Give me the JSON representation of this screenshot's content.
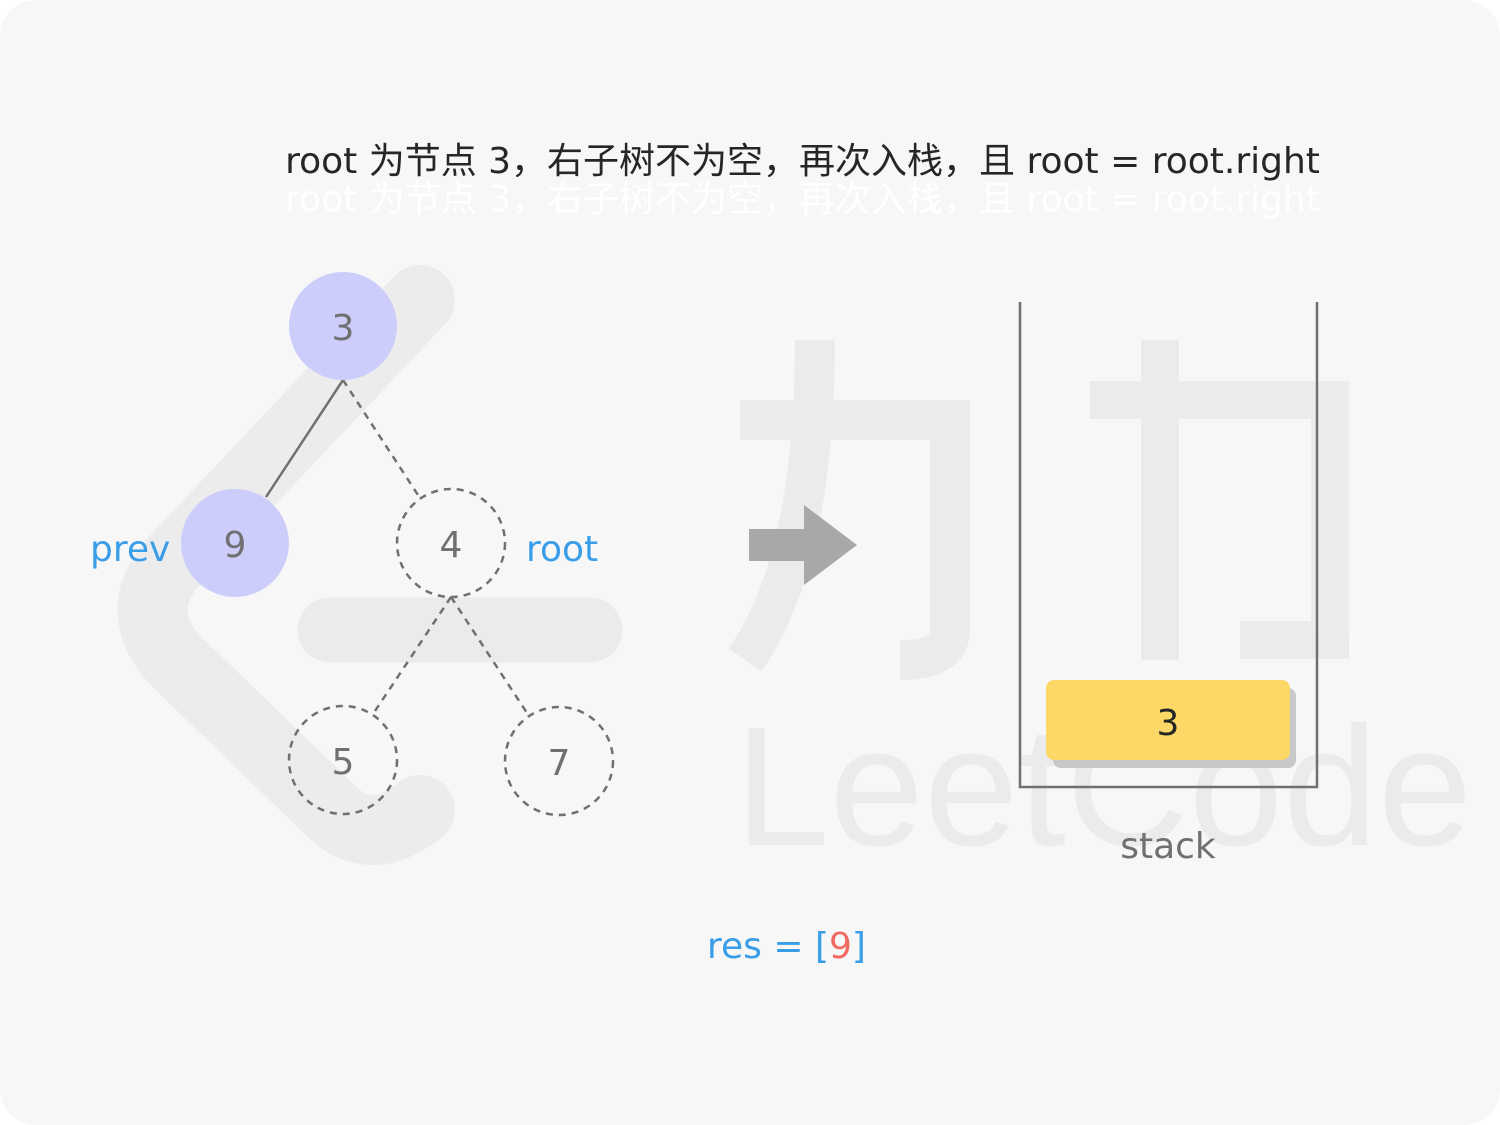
{
  "caption": "root 为节点 3，右子树不为空，再次入栈，且 root = root.right",
  "tree": {
    "nodes": [
      {
        "id": "n3",
        "value": "3",
        "state": "visited"
      },
      {
        "id": "n9",
        "value": "9",
        "state": "visited"
      },
      {
        "id": "n4",
        "value": "4",
        "state": "unvisited"
      },
      {
        "id": "n5",
        "value": "5",
        "state": "unvisited"
      },
      {
        "id": "n7",
        "value": "7",
        "state": "unvisited"
      }
    ],
    "edges": [
      {
        "from": "n3",
        "to": "n9",
        "style": "solid"
      },
      {
        "from": "n3",
        "to": "n4",
        "style": "dashed"
      },
      {
        "from": "n4",
        "to": "n5",
        "style": "dashed"
      },
      {
        "from": "n4",
        "to": "n7",
        "style": "dashed"
      }
    ],
    "pointers": {
      "prev": "prev",
      "root": "root"
    }
  },
  "stack": {
    "label": "stack",
    "items": [
      "3"
    ]
  },
  "result": {
    "prefix": "res = [",
    "values": "9",
    "suffix": "]"
  },
  "watermark": {
    "brand_text": "LeetCode",
    "brand_cn": "力扣"
  },
  "colors": {
    "background": "#f7f7f7",
    "visited_node": "#cdcdfb",
    "node_text": "#707070",
    "pointer_label": "#3a9de8",
    "stack_item": "#fcd966",
    "stack_item_shadow": "#c8c8c8",
    "arrow": "#a8a8a8",
    "result_value": "#f06a60"
  }
}
